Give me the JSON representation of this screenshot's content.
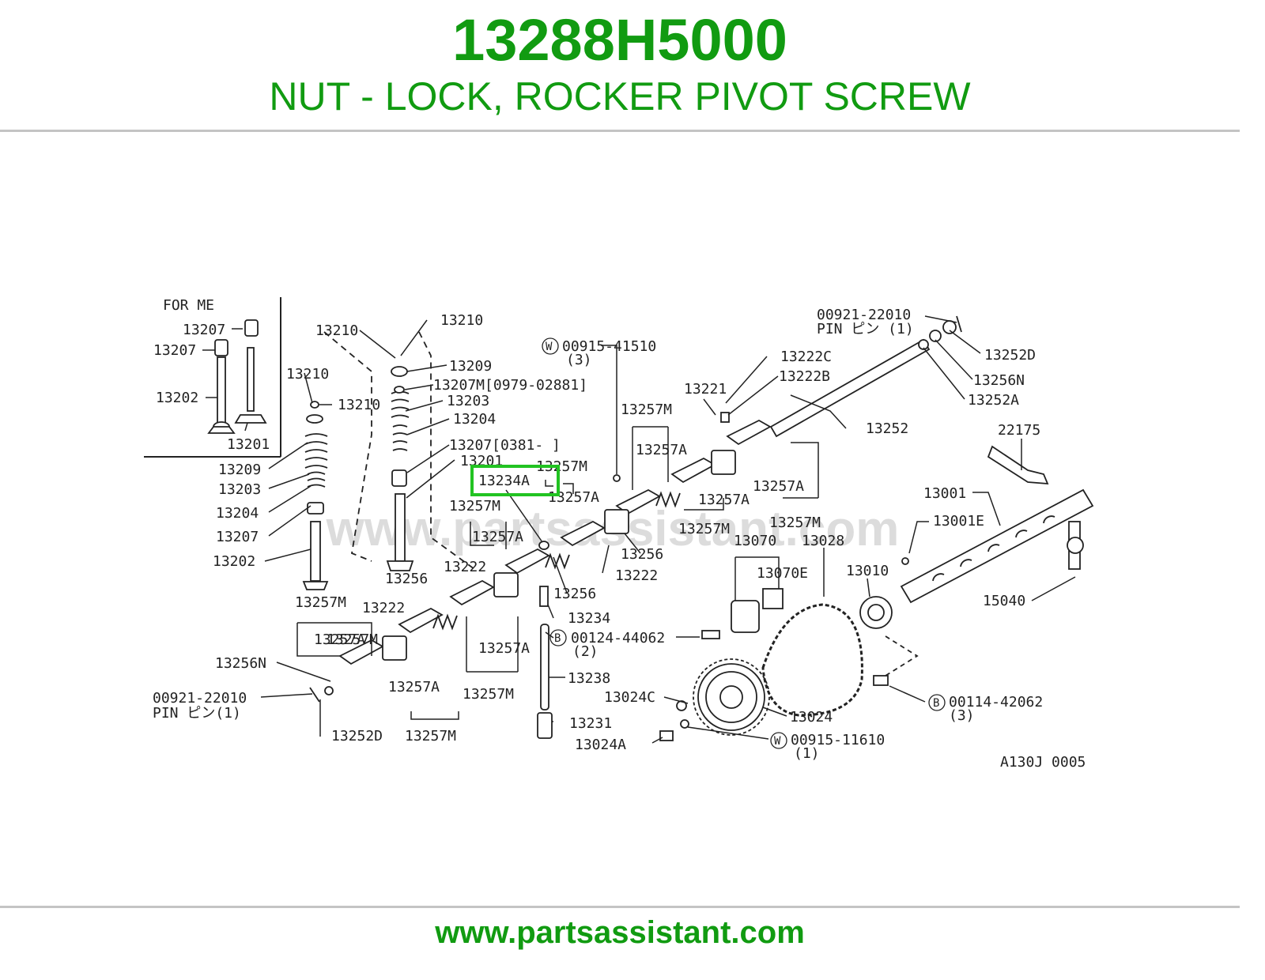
{
  "header": {
    "part_number": "13288H5000",
    "part_name": "NUT - LOCK, ROCKER PIVOT SCREW"
  },
  "diagram": {
    "watermark": "www.partsassistant.com",
    "inset_label": "FOR ME",
    "figure_code": "A130J 0005",
    "highlighted_callout": "13234A",
    "highlight_color": "#22c322",
    "callouts": [
      "13207",
      "13207",
      "13202",
      "13201",
      "13210",
      "13210",
      "13210",
      "13210",
      "13209",
      "13209",
      "13207M[0979-02881]",
      "13203",
      "13203",
      "13204",
      "13204",
      "13207[0381-      ]",
      "13207",
      "13201",
      "13202",
      "13257M",
      "13257M",
      "13257M",
      "13257M",
      "13257M",
      "13257M",
      "13257M",
      "13257M",
      "13257M",
      "13257A",
      "13257A",
      "13257A",
      "13257A",
      "13257A",
      "13257A",
      "13257A",
      "13257A",
      "13256",
      "13256",
      "13256",
      "13222",
      "13222",
      "13222",
      "13256N",
      "00921-22010",
      "PIN ピン(1)",
      "13252D",
      "00915-41510",
      "(3)",
      "13234",
      "00124-44062",
      "(2)",
      "13238",
      "13231",
      "13024C",
      "13024A",
      "00915-11610",
      "(1)",
      "13024",
      "13221",
      "13222C",
      "13222B",
      "13252",
      "00921-22010",
      "PIN ピン (1)",
      "13252D",
      "13256N",
      "13252A",
      "22175",
      "13001",
      "13001E",
      "13070",
      "13070E",
      "13028",
      "13010",
      "15040",
      "00114-42062",
      "(3)"
    ]
  },
  "footer": {
    "url": "www.partsassistant.com"
  }
}
